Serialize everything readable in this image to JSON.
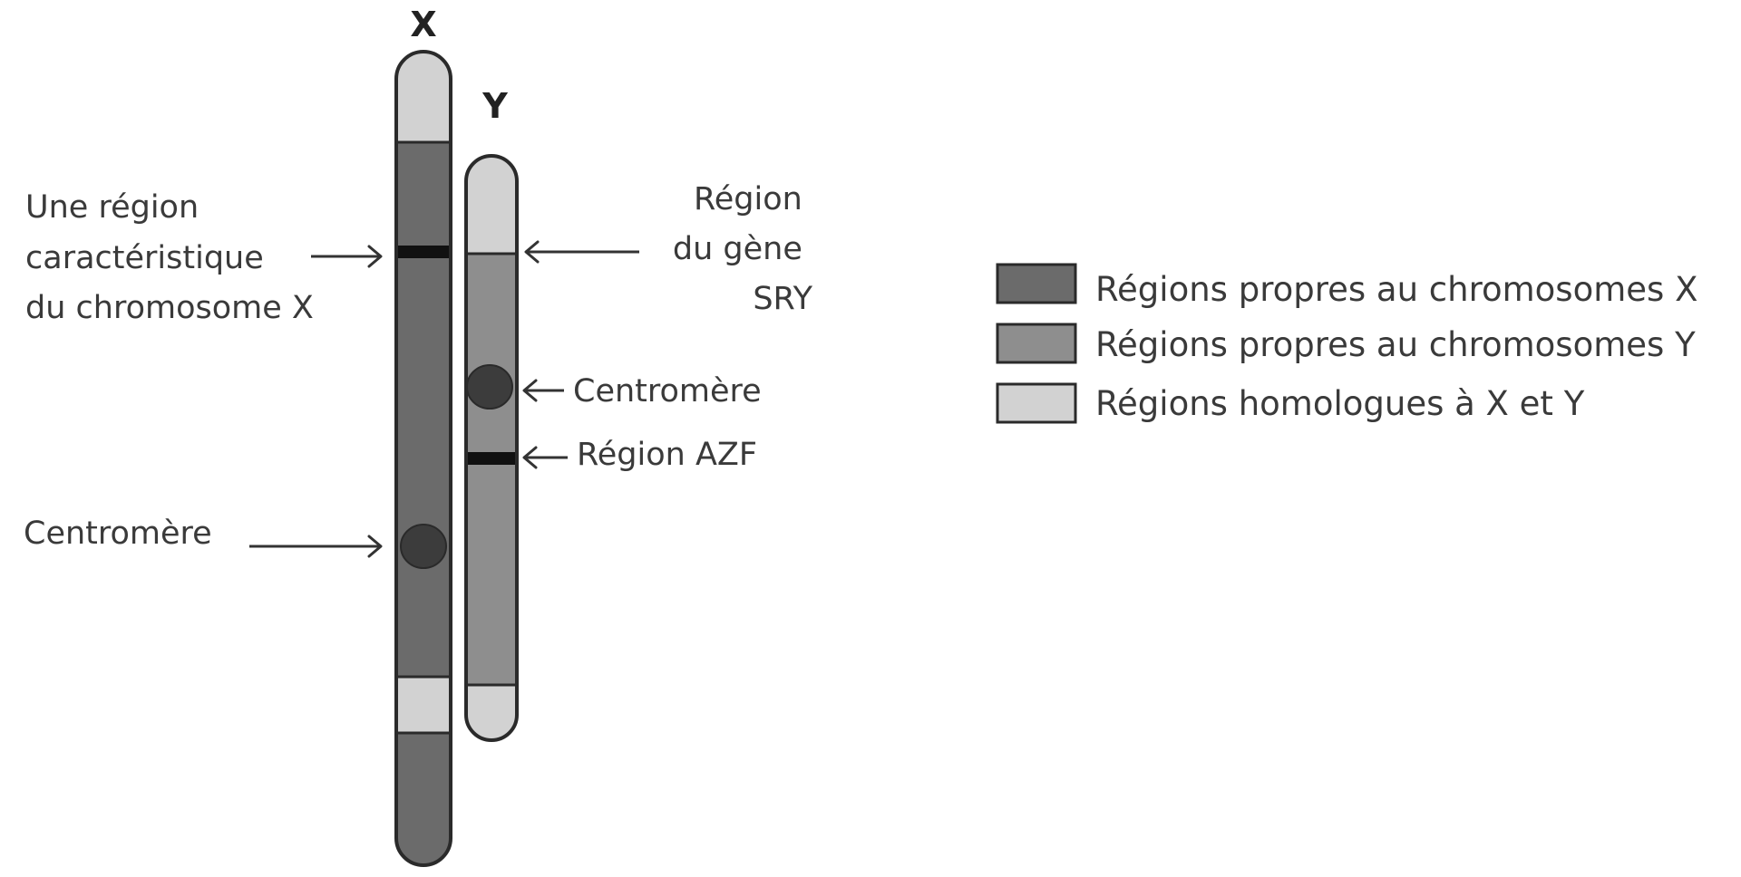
{
  "chromosomes": {
    "x": {
      "name": "X"
    },
    "y": {
      "name": "Y"
    }
  },
  "labels": {
    "x_characteristic_region": [
      "Une région",
      "caractéristique",
      "du chromosome X"
    ],
    "x_centromere": "Centromère",
    "y_sry_region": [
      "Région",
      "du gène",
      "SRY"
    ],
    "y_centromere": "Centromère",
    "y_azf_region": "Région AZF"
  },
  "legend": [
    {
      "label": "Régions propres au chromosomes X",
      "color": "#6b6b6b"
    },
    {
      "label": "Régions propres au chromosomes Y",
      "color": "#8e8e8e"
    },
    {
      "label": "Régions homologues à X et Y",
      "color": "#d2d2d2"
    }
  ],
  "colors": {
    "x_specific": "#6b6b6b",
    "y_specific": "#8e8e8e",
    "homologous": "#d2d2d2",
    "centromere": "#3c3c3c",
    "marker_band": "#111111"
  }
}
